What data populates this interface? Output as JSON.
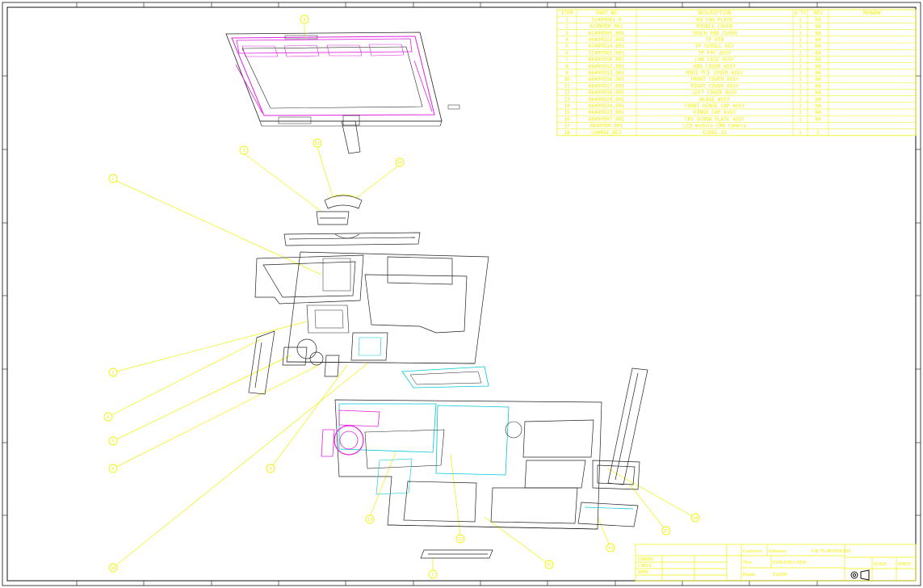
{
  "drawing": {
    "colors": {
      "frame": "#111111",
      "table": "#f2f200",
      "callout": "#f2f200",
      "keyline_magenta": "#e020e0",
      "keyline_cyan": "#00c8d8",
      "part_line": "#222222"
    },
    "bom": {
      "headers": [
        "ITEM",
        "PART NO",
        "DESCRIPTION",
        "Q'TY",
        "REV",
        "REMARK"
      ],
      "rows": [
        {
          "item": "1",
          "part": "3249YD01.0",
          "desc": "KB CHA PLATE",
          "qty": "1",
          "rev": "0A",
          "remark": ""
        },
        {
          "item": "2",
          "part": "6249YD0.001",
          "desc": "MIDDLE COVER",
          "qty": "1",
          "rev": "0A",
          "remark": ""
        },
        {
          "item": "3",
          "part": "6249YD05.001",
          "desc": "TOUCH PAD COVER",
          "qty": "1",
          "rev": "0A",
          "remark": ""
        },
        {
          "item": "4",
          "part": "4049YD13.001",
          "desc": "TP BTN",
          "qty": "1",
          "rev": "0A",
          "remark": ""
        },
        {
          "item": "5",
          "part": "4249YD14.001",
          "desc": "TP SCROLL KEY",
          "qty": "1",
          "rev": "0A",
          "remark": ""
        },
        {
          "item": "6",
          "part": "5249YD02.001",
          "desc": "TP FPC ASSY",
          "qty": "1",
          "rev": "0A",
          "remark": ""
        },
        {
          "item": "7",
          "part": "6849YD10.001",
          "desc": "LOW CASE ASSY",
          "qty": "1",
          "rev": "0A",
          "remark": ""
        },
        {
          "item": "8",
          "part": "6849YD12.001",
          "desc": "HDD COVER ASSY",
          "qty": "1",
          "rev": "0A",
          "remark": ""
        },
        {
          "item": "9",
          "part": "6849YD13.001",
          "desc": "MINI PCI COVER ASSY",
          "qty": "1",
          "rev": "0A",
          "remark": ""
        },
        {
          "item": "10",
          "part": "6849YD16.001",
          "desc": "FRONT COVER ASSY",
          "qty": "1",
          "rev": "0A",
          "remark": ""
        },
        {
          "item": "11",
          "part": "6849YD17.001",
          "desc": "RIGHT COVER ASSY",
          "qty": "1",
          "rev": "0A",
          "remark": ""
        },
        {
          "item": "12",
          "part": "6849YD18.001",
          "desc": "LEFT COVER ASSY",
          "qty": "1",
          "rev": "0A",
          "remark": ""
        },
        {
          "item": "13",
          "part": "6849YD19.001",
          "desc": "WCAGE ASSY",
          "qty": "1",
          "rev": "0A",
          "remark": ""
        },
        {
          "item": "14",
          "part": "6849YD24.001",
          "desc": "FRONT HINGE CAP ASSY",
          "qty": "1",
          "rev": "0A",
          "remark": ""
        },
        {
          "item": "15",
          "part": "6849YD23.001",
          "desc": "HINGE CAP ASSY",
          "qty": "1",
          "rev": "0A",
          "remark": ""
        },
        {
          "item": "16",
          "part": "6849YD07.001",
          "desc": "CPU SCREW PLATE ASSY",
          "qty": "1",
          "rev": "0A",
          "remark": ""
        },
        {
          "item": "17",
          "part": "6849YD0.001",
          "desc": "LCD module CMO Camera",
          "qty": "",
          "rev": "",
          "remark": ""
        },
        {
          "item": "18",
          "part": "CHARGE_BE2",
          "desc": "E2081-15",
          "qty": "1",
          "rev": "2",
          "remark": ""
        }
      ]
    },
    "callouts": [
      "8",
      "11",
      "3",
      "10",
      "1",
      "2",
      "4",
      "5",
      "6",
      "9",
      "16",
      "13",
      "12",
      "7",
      "15",
      "14",
      "17",
      "18"
    ],
    "title_block": {
      "customer_label": "Customer",
      "customer": "Gateway",
      "part_label": "P/N",
      "part_no": "75-49YD00.001",
      "title_label": "Title",
      "title": "EXPLODED VIEW",
      "model_label": "Model",
      "model": "E100M",
      "drawn_label": "DRAWN",
      "checked_label": "CHECK",
      "approved_label": "APPR",
      "scale_label": "SCALE",
      "sheet_label": "SHEET"
    }
  }
}
